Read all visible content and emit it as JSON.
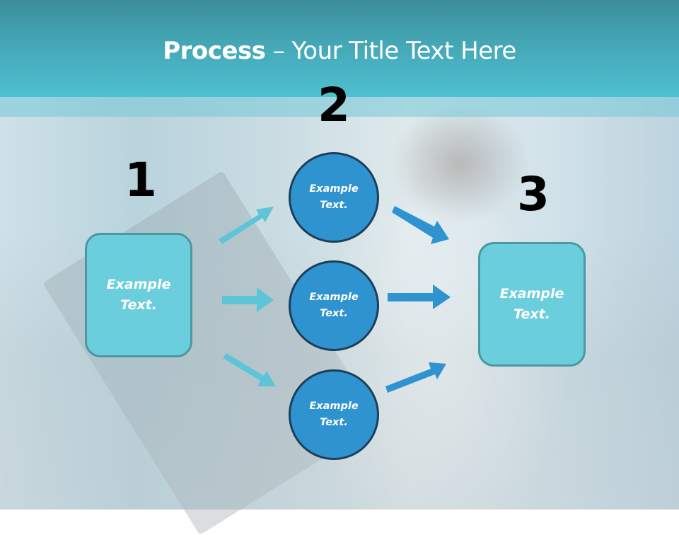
{
  "slide": {
    "title_bold": "Process",
    "title_rest": " – Your Title Text Here",
    "colors": {
      "header_top": "#3a8e99",
      "header_bottom": "#4ec0d2",
      "box_fill": "#6acedc",
      "box_border": "#4c97a2",
      "circle_fill": "#2f93cf",
      "circle_border": "#1b3f5a",
      "arrow_light": "#5ec4d8",
      "arrow_dark": "#2f93cf"
    }
  },
  "steps": [
    {
      "number": "1",
      "line1": "Example",
      "line2": "Text."
    },
    {
      "number": "2",
      "circles": [
        {
          "line1": "Example",
          "line2": "Text."
        },
        {
          "line1": "Example",
          "line2": "Text."
        },
        {
          "line1": "Example",
          "line2": "Text."
        }
      ]
    },
    {
      "number": "3",
      "line1": "Example",
      "line2": "Text."
    }
  ],
  "arrows": [
    {
      "from": "step-1",
      "to": "circle-top",
      "color": "arrow_light"
    },
    {
      "from": "step-1",
      "to": "circle-middle",
      "color": "arrow_light"
    },
    {
      "from": "step-1",
      "to": "circle-bottom",
      "color": "arrow_light"
    },
    {
      "from": "circle-top",
      "to": "step-3",
      "color": "arrow_dark"
    },
    {
      "from": "circle-middle",
      "to": "step-3",
      "color": "arrow_dark"
    },
    {
      "from": "circle-bottom",
      "to": "step-3",
      "color": "arrow_dark"
    }
  ]
}
